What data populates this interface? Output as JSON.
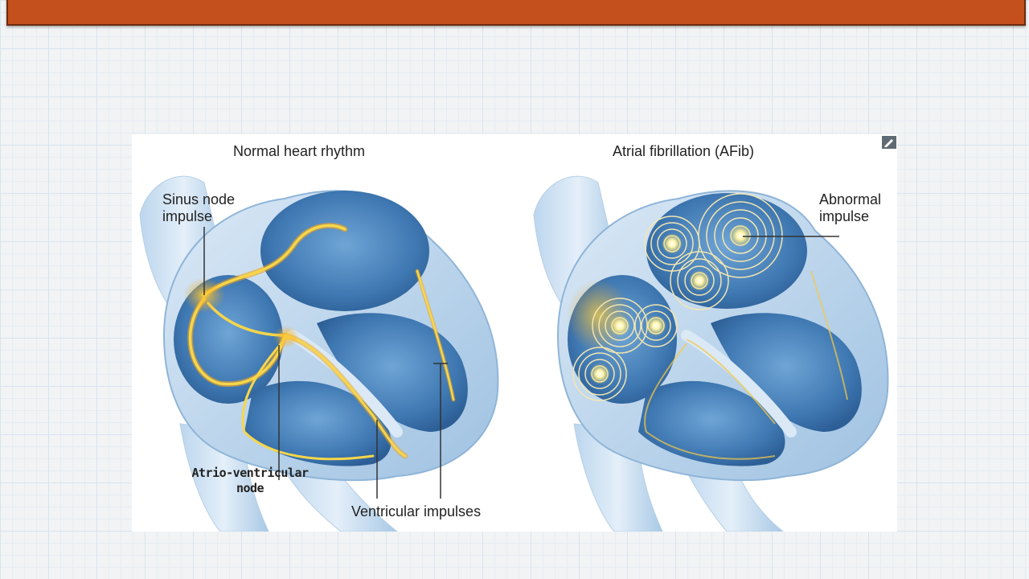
{
  "slide": {
    "title": ""
  },
  "figure": {
    "panels": [
      {
        "heading": "Normal heart rhythm",
        "labels": {
          "sinus_node": "Sinus node impulse",
          "av_node": "Atrio-ventricular node",
          "ventricular": "Ventricular impulses"
        }
      },
      {
        "heading": "Atrial fibrillation (AFib)",
        "labels": {
          "abnormal": "Abnormal impulse"
        }
      }
    ]
  },
  "colors": {
    "title_bar": "#c4501d",
    "heart_blue": "#4a86c0",
    "impulse_yellow": "#f6d64a",
    "impulse_orange": "#f0a21c"
  },
  "icons": {
    "edit": "edit-icon"
  }
}
